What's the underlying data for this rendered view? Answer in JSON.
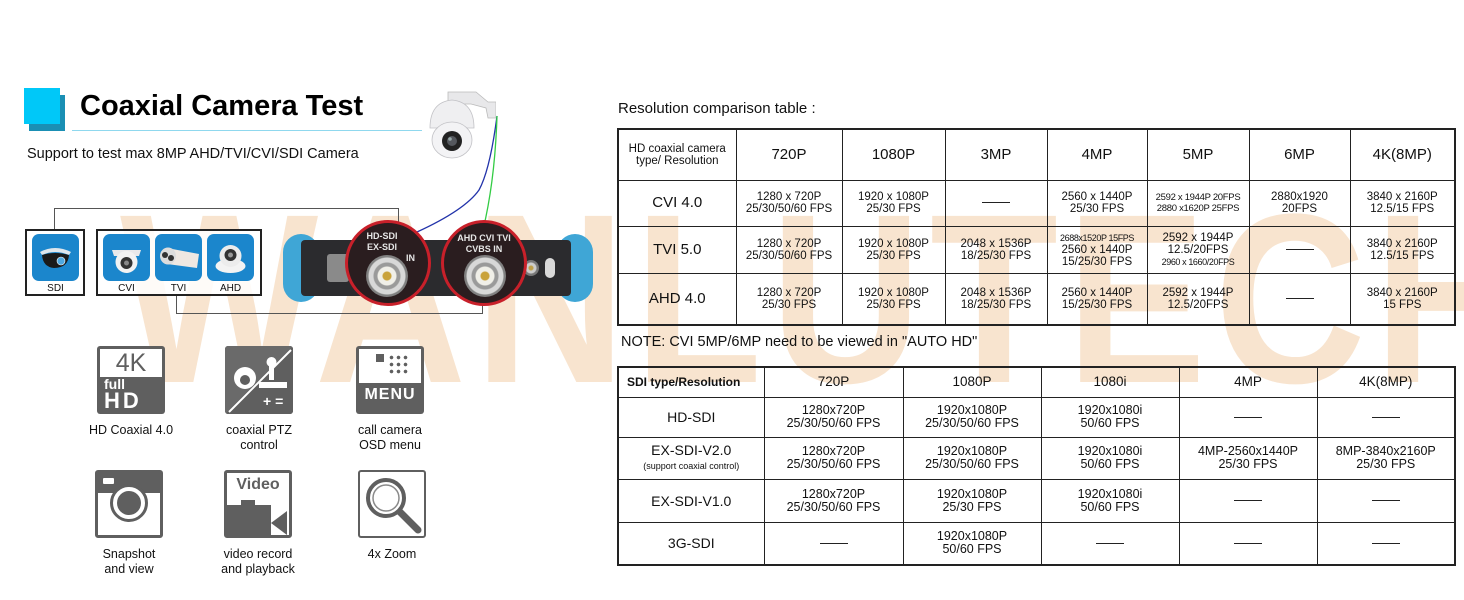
{
  "watermark": "WANLUTECH",
  "header": {
    "title": "Coaxial Camera Test",
    "subtitle": "Support to test max 8MP AHD/TVI/CVI/SDI Camera"
  },
  "camera_types": [
    {
      "label": "SDI",
      "icon": "sdi-camera-icon"
    },
    {
      "label": "CVI",
      "icon": "dome-camera-icon"
    },
    {
      "label": "TVI",
      "icon": "bullet-camera-icon"
    },
    {
      "label": "AHD",
      "icon": "dome-camera-icon"
    }
  ],
  "device": {
    "port_sdi": {
      "line1": "HD-SDI",
      "line2": "EX-SDI",
      "line3": "IN"
    },
    "port_analog": {
      "line1": "AHD  CVI  TVI",
      "line2": "CVBS IN"
    },
    "wire_colors": {
      "sdi": "#2233aa",
      "analog": "#33cc44"
    }
  },
  "features": [
    {
      "icon": "4k-full-hd-icon",
      "label1": "HD Coaxial 4.0",
      "label2": ""
    },
    {
      "icon": "ptz-control-icon",
      "label1": "coaxial PTZ",
      "label2": "control"
    },
    {
      "icon": "osd-menu-icon",
      "label1": "call camera",
      "label2": "OSD menu",
      "icon_text": "MENU"
    },
    {
      "icon": "camera-snapshot-icon",
      "label1": "Snapshot",
      "label2": "and view"
    },
    {
      "icon": "video-record-icon",
      "label1": "video record",
      "label2": "and playback",
      "icon_text": "Video"
    },
    {
      "icon": "magnifier-zoom-icon",
      "label1": "4x Zoom",
      "label2": ""
    }
  ],
  "icon_4k": {
    "top": "4K",
    "mid": "full",
    "bottom": "HD"
  },
  "hd_table": {
    "caption": "Resolution comparison table :",
    "corner": {
      "line1": "HD coaxial camera",
      "line2": "type/ Resolution"
    },
    "columns": [
      "720P",
      "1080P",
      "3MP",
      "4MP",
      "5MP",
      "6MP",
      "4K(8MP)"
    ],
    "rows": [
      {
        "type": "CVI 4.0",
        "cells": [
          [
            "1280 x 720P",
            "25/30/50/60 FPS"
          ],
          [
            "1920 x 1080P",
            "25/30 FPS"
          ],
          [
            "—"
          ],
          [
            "2560 x 1440P",
            "25/30 FPS"
          ],
          [
            "2592 x 1944P 20FPS",
            "2880 x1620P 25FPS"
          ],
          [
            "2880x1920",
            "20FPS"
          ],
          [
            "3840 x 2160P",
            "12.5/15 FPS"
          ]
        ]
      },
      {
        "type": "TVI 5.0",
        "cells": [
          [
            "1280 x 720P",
            "25/30/50/60 FPS"
          ],
          [
            "1920 x 1080P",
            "25/30 FPS"
          ],
          [
            "2048 x 1536P",
            "18/25/30 FPS"
          ],
          [
            "2688x1520P 15FPS",
            "2560 x 1440P",
            "15/25/30 FPS"
          ],
          [
            "2592 x 1944P",
            "12.5/20FPS",
            "2960 x 1660/20FPS"
          ],
          [
            "—"
          ],
          [
            "3840 x 2160P",
            "12.5/15 FPS"
          ]
        ]
      },
      {
        "type": "AHD 4.0",
        "cells": [
          [
            "1280 x 720P",
            "25/30 FPS"
          ],
          [
            "1920 x 1080P",
            "25/30 FPS"
          ],
          [
            "2048 x 1536P",
            "18/25/30 FPS"
          ],
          [
            "2560 x 1440P",
            "15/25/30 FPS"
          ],
          [
            "2592 x 1944P",
            "12.5/20FPS"
          ],
          [
            "—"
          ],
          [
            "3840 x 2160P",
            "15 FPS"
          ]
        ]
      }
    ]
  },
  "note": "NOTE: CVI 5MP/6MP need to be viewed in \"AUTO HD\"",
  "sdi_table": {
    "corner": "SDI type/Resolution",
    "columns": [
      "720P",
      "1080P",
      "1080i",
      "4MP",
      "4K(8MP)"
    ],
    "rows": [
      {
        "type": "HD-SDI",
        "sub": "",
        "cells": [
          [
            "1280x720P",
            "25/30/50/60 FPS"
          ],
          [
            "1920x1080P",
            "25/30/50/60 FPS"
          ],
          [
            "1920x1080i",
            "50/60 FPS"
          ],
          [
            "—"
          ],
          [
            "—"
          ]
        ]
      },
      {
        "type": "EX-SDI-V2.0",
        "sub": "(support coaxial control)",
        "cells": [
          [
            "1280x720P",
            "25/30/50/60 FPS"
          ],
          [
            "1920x1080P",
            "25/30/50/60 FPS"
          ],
          [
            "1920x1080i",
            "50/60 FPS"
          ],
          [
            "4MP-2560x1440P",
            "25/30 FPS"
          ],
          [
            "8MP-3840x2160P",
            "25/30 FPS"
          ]
        ]
      },
      {
        "type": "EX-SDI-V1.0",
        "sub": "",
        "cells": [
          [
            "1280x720P",
            "25/30/50/60 FPS"
          ],
          [
            "1920x1080P",
            "25/30 FPS"
          ],
          [
            "1920x1080i",
            "50/60 FPS"
          ],
          [
            "—"
          ],
          [
            "—"
          ]
        ]
      },
      {
        "type": "3G-SDI",
        "sub": "",
        "cells": [
          [
            "—"
          ],
          [
            "1920x1080P",
            "50/60 FPS"
          ],
          [
            "—"
          ],
          [
            "—"
          ],
          [
            "—"
          ]
        ]
      }
    ]
  },
  "colors": {
    "accent_cyan": "#00c8f8",
    "accent_dark": "#1a8fb4",
    "icon_blue": "#1b86cc",
    "feature_gray": "#626262",
    "watermark": "#f6dcc0",
    "port_ring": "#c8202a",
    "bumper": "#3fa6d6"
  }
}
